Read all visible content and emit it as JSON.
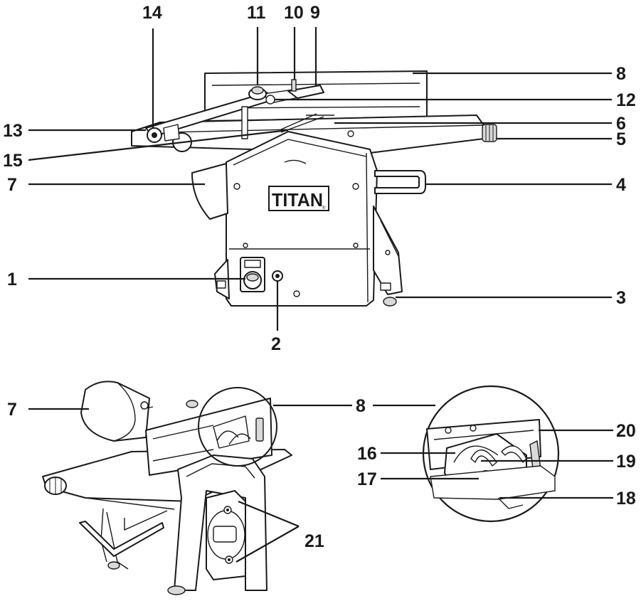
{
  "brand": {
    "logo_text": "TITAN",
    "logo_mark": "®"
  },
  "labels": [
    "1",
    "2",
    "3",
    "4",
    "5",
    "6",
    "7",
    "8",
    "9",
    "10",
    "11",
    "12",
    "13",
    "14",
    "15",
    "7",
    "8",
    "16",
    "17",
    "18",
    "19",
    "20",
    "21"
  ]
}
